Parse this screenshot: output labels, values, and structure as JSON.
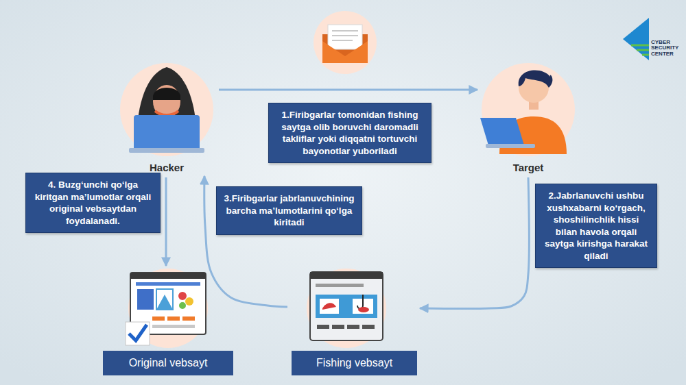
{
  "diagram": {
    "nodes": [
      {
        "text": [
          "Hacker"
        ]
      },
      {
        "text": [
          "1.Firibgarlar tomonidan fishing saytga olib boruvchi daromadli takliflar yoki diqqatni tortuvchi bayonotlar yuboriladi"
        ]
      },
      {
        "text": [
          "Target"
        ]
      },
      {
        "text": [
          "4. Buzg‘unchi qo‘lga kiritgan ma’lumotlar orqali original vebsaytdan foydalanadi."
        ]
      },
      {
        "text": [
          "3.Firibgarlar jabrlanuvchining barcha ma’lumotlarini qo‘lga kiritadi"
        ]
      },
      {
        "text": [
          "2.Jabrlanuvchi ushbu xushxabarni ko‘rgach, shoshilinchlik hissi bilan havola orqali saytga kirishga harakat qiladi"
        ]
      },
      {
        "text": [
          "Original vebsayt"
        ]
      },
      {
        "text": [
          "Fishing vebsayt"
        ]
      }
    ],
    "edges": [
      {
        "from": 0,
        "to": 2,
        "arrow": "to"
      },
      {
        "from": 2,
        "to": 7,
        "arrow": "to"
      },
      {
        "from": 7,
        "to": 0,
        "arrow": "to"
      },
      {
        "from": 0,
        "to": 6,
        "arrow": "to"
      }
    ],
    "labels": [
      "CYBER SECURITY CENTER"
    ]
  }
}
